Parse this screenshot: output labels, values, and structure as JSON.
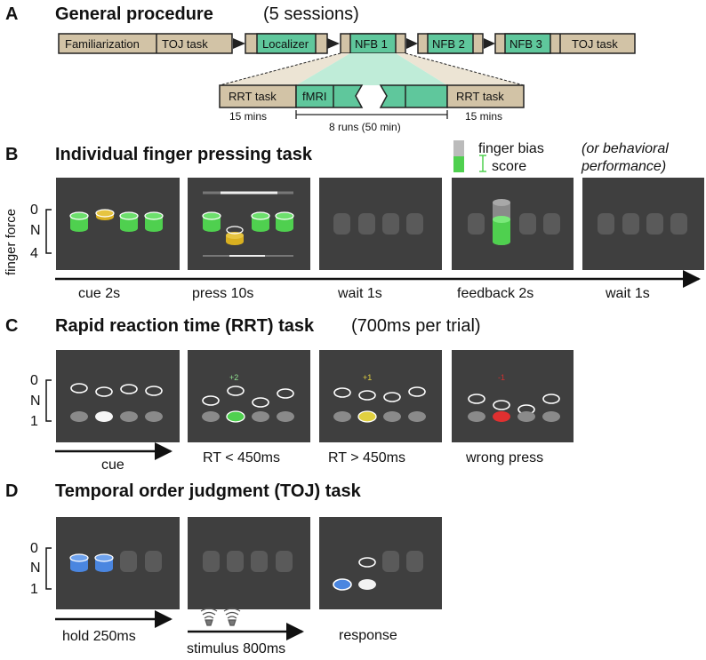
{
  "sectionA": {
    "letter": "A",
    "title": "General procedure",
    "title_suffix": "(5 sessions)",
    "boxes": {
      "familiarization": "Familiarization",
      "toj1": "TOJ task",
      "localizer": "Localizer",
      "nfb1": "NFB 1",
      "nfb2": "NFB 2",
      "nfb3": "NFB 3",
      "toj2": "TOJ task",
      "rrt1": "RRT task",
      "fmri": "fMRI",
      "rrt2": "RRT task"
    },
    "durations": {
      "rrt_pre": "15 mins",
      "runs": "8 runs (50 min)",
      "rrt_post": "15 mins"
    }
  },
  "sectionB": {
    "letter": "B",
    "title": "Individual finger pressing task",
    "legend": {
      "bias": "finger bias",
      "score": "score",
      "note1": "(or behavioral",
      "note2": "performance)"
    },
    "axis": {
      "label": "finger force",
      "unit": "N",
      "tick0": "0",
      "tick4": "4"
    },
    "phases": {
      "p1": "cue  2s",
      "p2": "press  10s",
      "p3": "wait  1s",
      "p4": "feedback  2s",
      "p5": "wait  1s"
    }
  },
  "sectionC": {
    "letter": "C",
    "title": "Rapid reaction time (RRT) task",
    "title_suffix": "(700ms per trial)",
    "axis": {
      "unit": "N",
      "tick0": "0",
      "tick1": "1"
    },
    "scores": {
      "s2": "+2",
      "s3": "+1",
      "s4": "-1"
    },
    "phases": {
      "p1": "cue",
      "p2": "RT < 450ms",
      "p3": "RT > 450ms",
      "p4": "wrong press"
    }
  },
  "sectionD": {
    "letter": "D",
    "title": "Temporal order judgment (TOJ) task",
    "axis": {
      "unit": "N",
      "tick0": "0",
      "tick1": "1"
    },
    "phases": {
      "p1": "hold  250ms",
      "p2": "stimulus  800ms",
      "p3": "response"
    }
  },
  "colors": {
    "tan": "#d2c3a6",
    "teal": "#5fc79c",
    "panel": "#3f3f3f",
    "slot": "#5a5a5a",
    "green": "#4fd04f",
    "yellow": "#d9b020",
    "red": "#e03030",
    "blue": "#4a86e0",
    "score_green": "#8fe08f",
    "score_yellow": "#e0d040",
    "score_red": "#d03030"
  },
  "icons": [
    "arrow-right-icon",
    "finger-cylinder-icon",
    "vibration-stimulator-icon"
  ]
}
